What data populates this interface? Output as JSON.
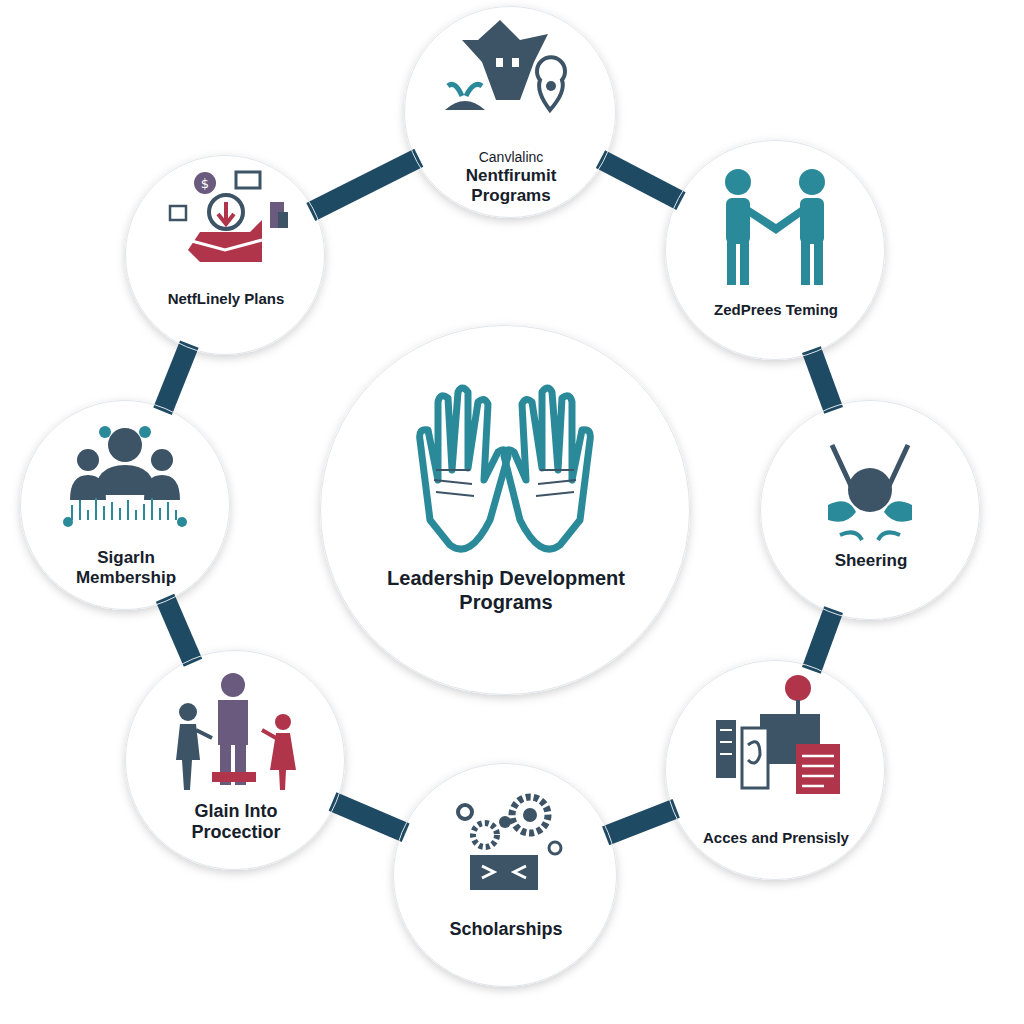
{
  "diagram": {
    "nodes": [
      {
        "text": [
          "Canvlalinc",
          "Nentfirumit Programs"
        ]
      },
      {
        "text": [
          "NetfLinely Plans"
        ]
      },
      {
        "text": [
          "ZedPrees Teming"
        ]
      },
      {
        "text": [
          "Sigarln Membership"
        ]
      },
      {
        "text": [
          "Leadership Development Programs"
        ]
      },
      {
        "text": [
          "Sheering"
        ]
      },
      {
        "text": [
          "Glain Into Procectior"
        ]
      },
      {
        "text": [
          "Acces and Prensisly"
        ]
      },
      {
        "text": [
          "Scholarships"
        ]
      }
    ],
    "edges": [
      {
        "from": 0,
        "to": 2,
        "arrow": "none"
      },
      {
        "from": 2,
        "to": 5,
        "arrow": "none"
      },
      {
        "from": 5,
        "to": 7,
        "arrow": "none"
      },
      {
        "from": 7,
        "to": 8,
        "arrow": "none"
      },
      {
        "from": 8,
        "to": 6,
        "arrow": "none"
      },
      {
        "from": 6,
        "to": 3,
        "arrow": "none"
      },
      {
        "from": 3,
        "to": 1,
        "arrow": "none"
      },
      {
        "from": 1,
        "to": 0,
        "arrow": "none"
      }
    ]
  }
}
